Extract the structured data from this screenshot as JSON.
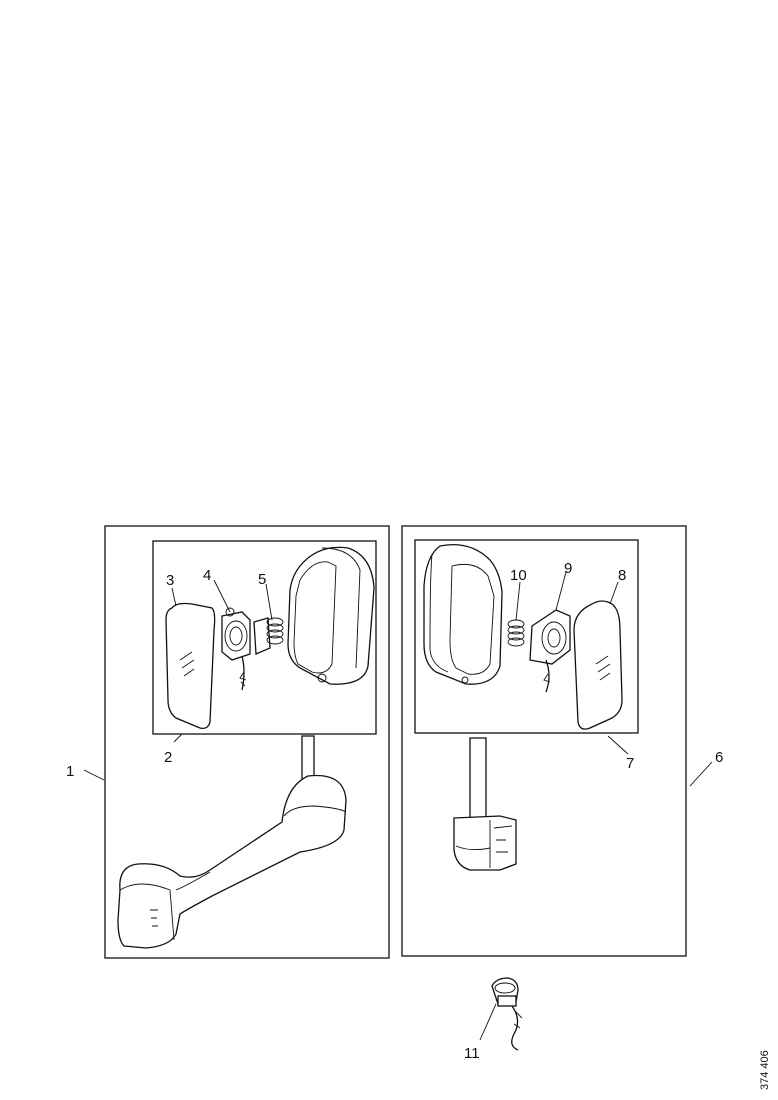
{
  "callouts": {
    "c1": "1",
    "c2": "2",
    "c3": "3",
    "c4": "4",
    "c5": "5",
    "c6": "6",
    "c7": "7",
    "c8": "8",
    "c9": "9",
    "c10": "10",
    "c11": "11"
  },
  "reference_number": "374 406"
}
